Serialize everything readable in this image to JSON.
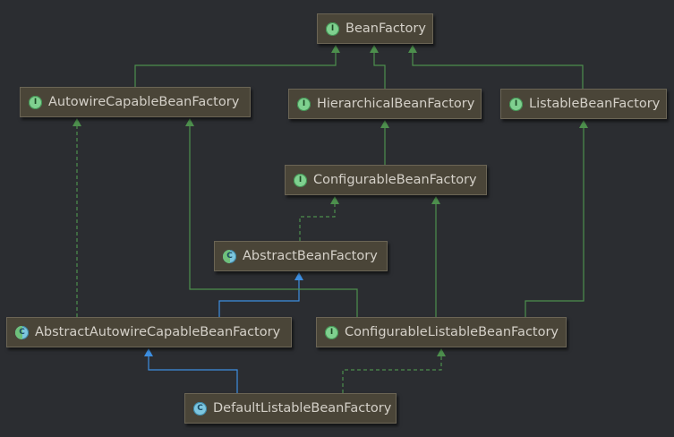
{
  "nodes": [
    {
      "id": "bean_factory",
      "label": "BeanFactory",
      "kind": "interface",
      "badge": "I"
    },
    {
      "id": "autowire_capable",
      "label": "AutowireCapableBeanFactory",
      "kind": "interface",
      "badge": "I"
    },
    {
      "id": "hierarchical",
      "label": "HierarchicalBeanFactory",
      "kind": "interface",
      "badge": "I"
    },
    {
      "id": "listable",
      "label": "ListableBeanFactory",
      "kind": "interface",
      "badge": "I"
    },
    {
      "id": "configurable",
      "label": "ConfigurableBeanFactory",
      "kind": "interface",
      "badge": "I"
    },
    {
      "id": "abstract_bf",
      "label": "AbstractBeanFactory",
      "kind": "abstract",
      "badge": "C"
    },
    {
      "id": "abstract_autowire",
      "label": "AbstractAutowireCapableBeanFactory",
      "kind": "abstract",
      "badge": "C"
    },
    {
      "id": "configurable_listable",
      "label": "ConfigurableListableBeanFactory",
      "kind": "interface",
      "badge": "I"
    },
    {
      "id": "default_listable",
      "label": "DefaultListableBeanFactory",
      "kind": "class",
      "badge": "C"
    }
  ],
  "colors": {
    "interface_inheritance": "#4d8f4d",
    "class_inheritance": "#3d8ee0",
    "background": "#2b2d31",
    "node_fill": "#4a4538",
    "node_text": "#d4d0c8"
  },
  "edges": [
    {
      "from": "autowire_capable",
      "to": "bean_factory",
      "style": "solid",
      "color": "green"
    },
    {
      "from": "hierarchical",
      "to": "bean_factory",
      "style": "solid",
      "color": "green"
    },
    {
      "from": "listable",
      "to": "bean_factory",
      "style": "solid",
      "color": "green"
    },
    {
      "from": "configurable",
      "to": "hierarchical",
      "style": "solid",
      "color": "green"
    },
    {
      "from": "abstract_bf",
      "to": "configurable",
      "style": "dashed",
      "color": "green"
    },
    {
      "from": "abstract_autowire",
      "to": "autowire_capable",
      "style": "dashed",
      "color": "green"
    },
    {
      "from": "abstract_autowire",
      "to": "abstract_bf",
      "style": "solid",
      "color": "blue"
    },
    {
      "from": "configurable_listable",
      "to": "autowire_capable",
      "style": "solid",
      "color": "green"
    },
    {
      "from": "configurable_listable",
      "to": "configurable",
      "style": "solid",
      "color": "green"
    },
    {
      "from": "configurable_listable",
      "to": "listable",
      "style": "solid",
      "color": "green"
    },
    {
      "from": "default_listable",
      "to": "abstract_autowire",
      "style": "solid",
      "color": "blue"
    },
    {
      "from": "default_listable",
      "to": "configurable_listable",
      "style": "dashed",
      "color": "green"
    }
  ]
}
